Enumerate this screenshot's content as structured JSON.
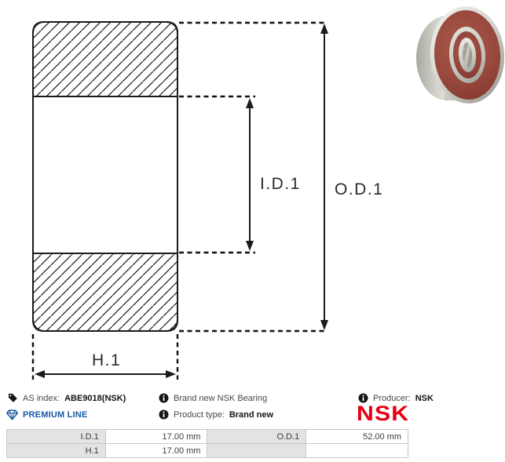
{
  "diagram": {
    "labels": {
      "inner_diameter": "I.D.1",
      "outer_diameter": "O.D.1",
      "height": "H.1"
    }
  },
  "info_bar": {
    "as_index": {
      "label": "AS index:",
      "value": "ABE9018(NSK)"
    },
    "premium_line": "PREMIUM LINE",
    "description": "Brand new NSK Bearing",
    "product_type": {
      "label": "Product type:",
      "value": "Brand new"
    },
    "producer": {
      "label": "Producer:",
      "value": "NSK"
    },
    "logo_text": "NSK"
  },
  "spec_table": {
    "rows": [
      {
        "c0": "I.D.1",
        "c1": "17.00 mm",
        "c2": "O.D.1",
        "c3": "52.00 mm"
      },
      {
        "c0": "H.1",
        "c1": "17.00 mm",
        "c2": "",
        "c3": ""
      }
    ]
  },
  "icons": {
    "tag": "tag-icon",
    "diamond": "premium-diamond-icon",
    "info": "info-icon"
  },
  "colors": {
    "premium_blue": "#1758a7",
    "nsk_red": "#e60012",
    "drawing_line": "#1a1a1a",
    "table_label_bg": "#e3e3e3"
  }
}
